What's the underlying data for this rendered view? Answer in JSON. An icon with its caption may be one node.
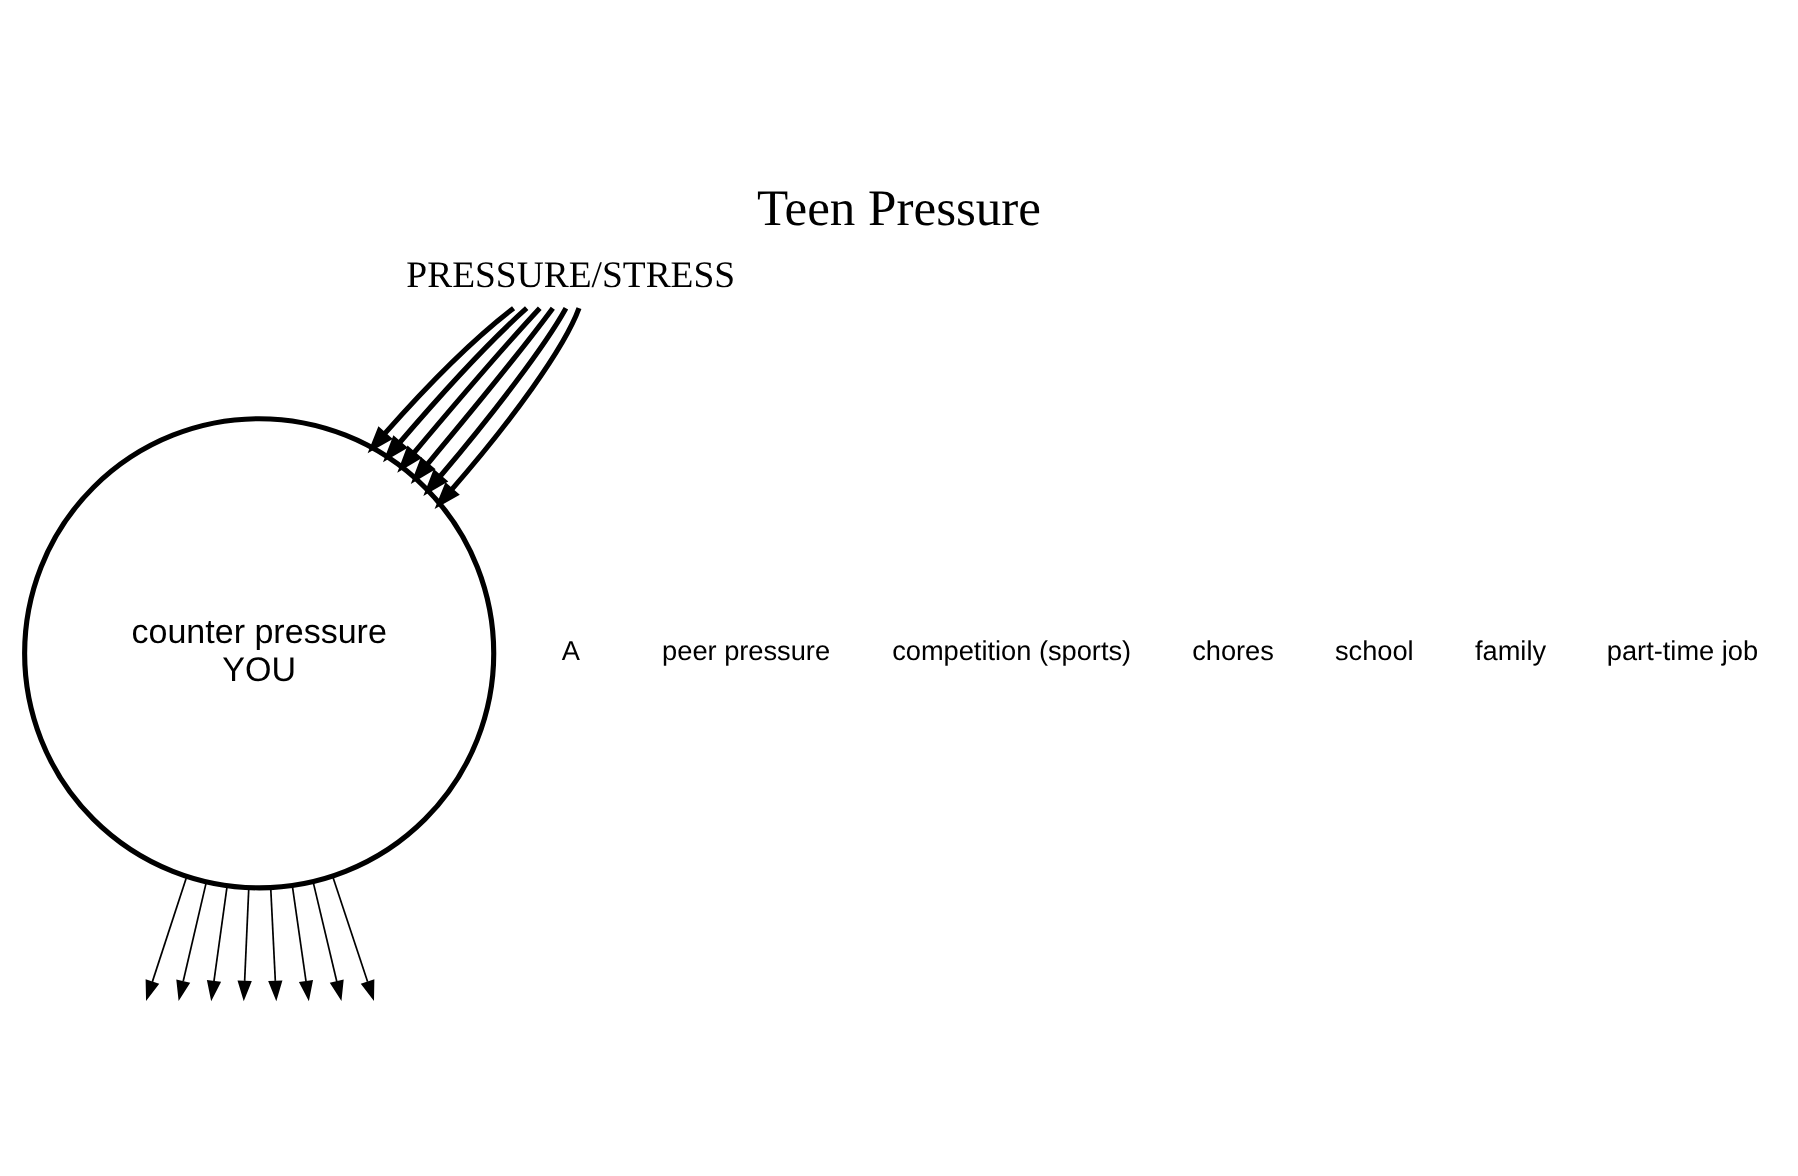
{
  "diagram": {
    "title": "Teen Pressure",
    "nodes": [
      {
        "text": [
          "PRESSURE/STRESS"
        ]
      },
      {
        "text": [
          "counter pressure",
          "YOU"
        ]
      }
    ],
    "edges": [
      {
        "from": 0,
        "to": 1,
        "arrow": "to",
        "style": "thick"
      },
      {
        "from": 0,
        "to": 1,
        "arrow": "to",
        "style": "thick"
      },
      {
        "from": 0,
        "to": 1,
        "arrow": "to",
        "style": "thick"
      },
      {
        "from": 0,
        "to": 1,
        "arrow": "to",
        "style": "thick"
      },
      {
        "from": 0,
        "to": 1,
        "arrow": "to",
        "style": "thick"
      },
      {
        "from": 0,
        "to": 1,
        "arrow": "to",
        "style": "thick"
      },
      {
        "from": 1,
        "to": null,
        "arrow": "to"
      },
      {
        "from": 1,
        "to": null,
        "arrow": "to"
      },
      {
        "from": 1,
        "to": null,
        "arrow": "to"
      },
      {
        "from": 1,
        "to": null,
        "arrow": "to"
      },
      {
        "from": 1,
        "to": null,
        "arrow": "to"
      },
      {
        "from": 1,
        "to": null,
        "arrow": "to"
      },
      {
        "from": 1,
        "to": null,
        "arrow": "to"
      },
      {
        "from": 1,
        "to": null,
        "arrow": "to"
      }
    ],
    "labels": [
      "A",
      "peer pressure",
      "competition (sports)",
      "chores",
      "school",
      "family",
      "part-time job"
    ]
  }
}
